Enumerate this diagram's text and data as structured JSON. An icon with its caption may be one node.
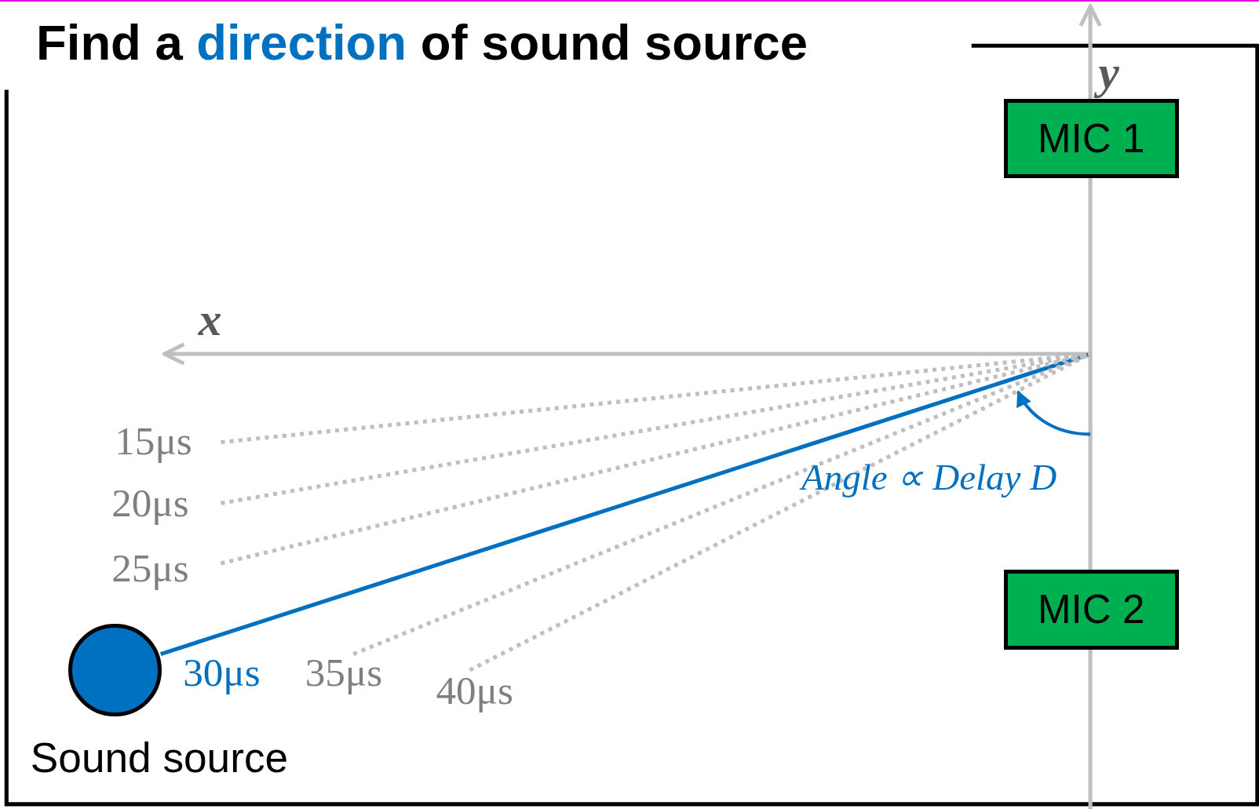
{
  "diagram": {
    "title": "Find a *direction* of sound source",
    "nodes": [
      {
        "text": [],
        "shape": "circle",
        "beside": [
          "Sound source"
        ]
      },
      {
        "text": [
          "MIC 1"
        ]
      },
      {
        "text": [
          "MIC 2"
        ]
      },
      {
        "text": [
          "15μs"
        ]
      },
      {
        "text": [
          "20μs"
        ]
      },
      {
        "text": [
          "25μs"
        ]
      },
      {
        "text": [
          "35μs"
        ]
      },
      {
        "text": [
          "40μs"
        ]
      }
    ],
    "edges": [
      {
        "from": 0,
        "to": null,
        "arrow": "none",
        "color": "#0070c0"
      },
      {
        "from": 3,
        "to": null,
        "arrow": "none",
        "style": "dashed"
      },
      {
        "from": 4,
        "to": null,
        "arrow": "none",
        "style": "dashed"
      },
      {
        "from": 5,
        "to": null,
        "arrow": "none",
        "style": "dashed"
      },
      {
        "from": 6,
        "to": null,
        "arrow": "none",
        "style": "dashed"
      },
      {
        "from": 7,
        "to": null,
        "arrow": "none",
        "style": "dashed"
      }
    ],
    "labels": [
      "y",
      "x",
      "Angle ∝ Delay D",
      "30μs"
    ]
  }
}
